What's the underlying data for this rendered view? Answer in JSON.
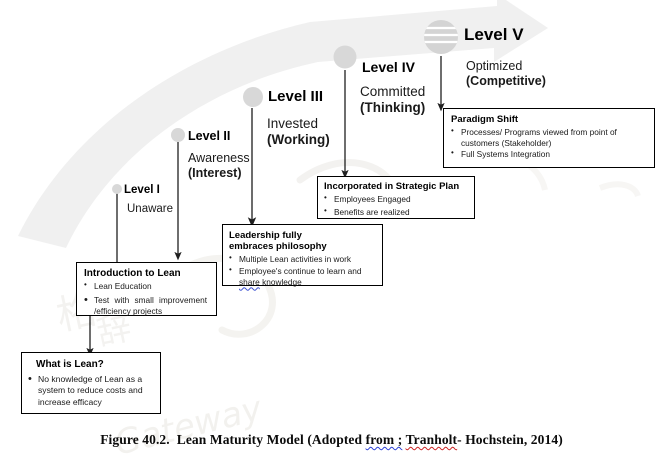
{
  "figure": {
    "caption_prefix": "Figure 40.2.",
    "caption_main": "Lean Maturity Model (Adopted ",
    "caption_from": "from ;",
    "caption_mid": " ",
    "caption_author": "Tranholt",
    "caption_suffix": "- Hochstein, 2014)"
  },
  "background": {
    "swoosh_color": "#f0f0f0",
    "watermark_text": "Gateway",
    "watermark_cjk": "桒辞丽"
  },
  "levels": [
    {
      "id": "level-1",
      "title": "Level I",
      "subtitle": "Unaware",
      "subtitle_bold": "",
      "marker_size": 10
    },
    {
      "id": "level-2",
      "title": "Level II",
      "subtitle": "Awareness",
      "subtitle_bold": "(Interest)",
      "marker_size": 14
    },
    {
      "id": "level-3",
      "title": "Level III",
      "subtitle": "Invested",
      "subtitle_bold": "(Working)",
      "marker_size": 20
    },
    {
      "id": "level-4",
      "title": "Level IV",
      "subtitle": "Committed",
      "subtitle_bold": "(Thinking)",
      "marker_size": 23
    },
    {
      "id": "level-5",
      "title": "Level V",
      "subtitle": "Optimized",
      "subtitle_bold": "(Competitive)",
      "marker_size": 34
    }
  ],
  "boxes": {
    "what_is_lean": {
      "title": "What is Lean?",
      "bullets": [
        "No knowledge of Lean as a system to reduce costs and increase efficacy"
      ]
    },
    "introduction_to_lean": {
      "title": "Introduction to Lean",
      "bullets": [
        "Lean Education",
        "Test with small improvement /efficiency projects"
      ]
    },
    "leadership": {
      "title": "Leadership fully embraces philosophy",
      "bullets": [
        "Multiple Lean activities in work",
        "Employee's continue to learn and share knowledge"
      ],
      "bullet2_plain": "Employee's continue to learn and ",
      "bullet2_squiggle": "share",
      "bullet2_tail": " knowledge"
    },
    "strategic_plan": {
      "title": "Incorporated in  Strategic Plan",
      "bullets": [
        "Employees Engaged",
        "Benefits are realized"
      ]
    },
    "paradigm_shift": {
      "title": "Paradigm Shift",
      "bullets": [
        "Processes/ Programs viewed from point of customers (Stakeholder)",
        "Full Systems Integration"
      ]
    }
  }
}
